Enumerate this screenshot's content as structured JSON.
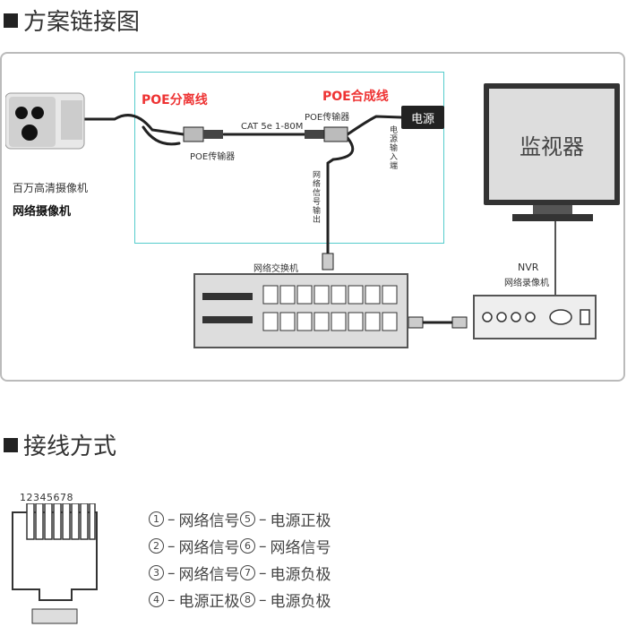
{
  "section1": {
    "title": "方案链接图"
  },
  "section2": {
    "title": "接线方式"
  },
  "camera": {
    "label1": "百万高清摄像机",
    "label2": "网络摄像机"
  },
  "poe_split": {
    "title": "POE分离线",
    "transmitter": "POE传输器"
  },
  "poe_combine": {
    "title": "POE合成线",
    "transmitter": "POE传输器"
  },
  "cable": {
    "label": "CAT 5e 1-80M"
  },
  "power": {
    "label": "电源",
    "input": "电源输入端"
  },
  "network_out": {
    "label": "网络信号输出"
  },
  "monitor": {
    "label": "监视器"
  },
  "switch": {
    "label": "网络交换机"
  },
  "nvr": {
    "label1": "NVR",
    "label2": "网络录像机"
  },
  "rj45": {
    "pins": "12345678"
  },
  "pinout": [
    {
      "num": "1",
      "label": "网络信号"
    },
    {
      "num": "2",
      "label": "网络信号"
    },
    {
      "num": "3",
      "label": "网络信号"
    },
    {
      "num": "4",
      "label": "电源正极"
    },
    {
      "num": "5",
      "label": "电源正极"
    },
    {
      "num": "6",
      "label": "网络信号"
    },
    {
      "num": "7",
      "label": "电源负极"
    },
    {
      "num": "8",
      "label": "电源负极"
    }
  ],
  "colors": {
    "accent_red": "#e33333",
    "frame_cyan": "#55cccc",
    "dark": "#222222"
  }
}
